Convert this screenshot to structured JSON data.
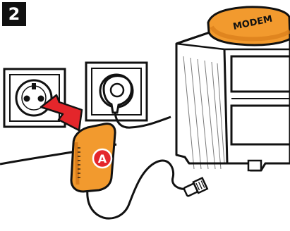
{
  "step": {
    "number": "2"
  },
  "modem": {
    "label": "MODEM"
  },
  "adapter": {
    "label": "A"
  },
  "colors": {
    "orange": "#F29A2E",
    "orange_dark": "#D97C1A",
    "arrow_red": "#E4262B",
    "line": "#111111",
    "white": "#FFFFFF"
  },
  "icons": [
    "wall-socket",
    "plug-icon",
    "arrow-icon",
    "modem-icon",
    "adapter-icon",
    "ethernet-plug-icon"
  ]
}
